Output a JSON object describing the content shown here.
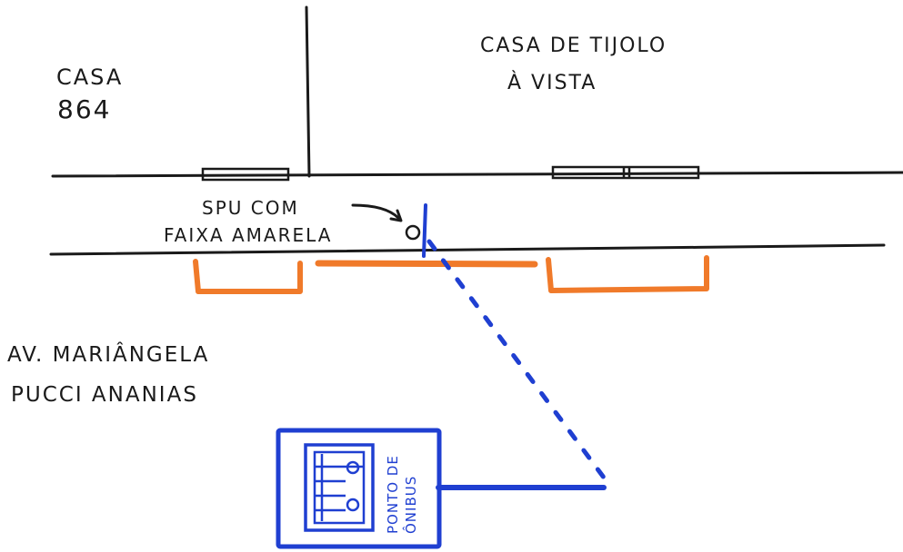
{
  "labels": {
    "house_left_line1": "CASA",
    "house_left_line2": "864",
    "house_right_line1": "CASA DE TIJOLO",
    "house_right_line2": "À VISTA",
    "spu_line1": "SPU COM",
    "spu_line2": "FAIXA AMARELA",
    "avenue_line1": "AV. MARIÂNGELA",
    "avenue_line2": "PUCCI ANANIAS",
    "bus_stop_line1": "PONTO DE",
    "bus_stop_line2": "ÔNIBUS"
  },
  "colors": {
    "ink": "#1a1a1a",
    "curb": "#f07a2a",
    "sign": "#1f3fd1"
  },
  "icons": {
    "bus": "bus-icon",
    "pole": "pole-marker-icon"
  }
}
